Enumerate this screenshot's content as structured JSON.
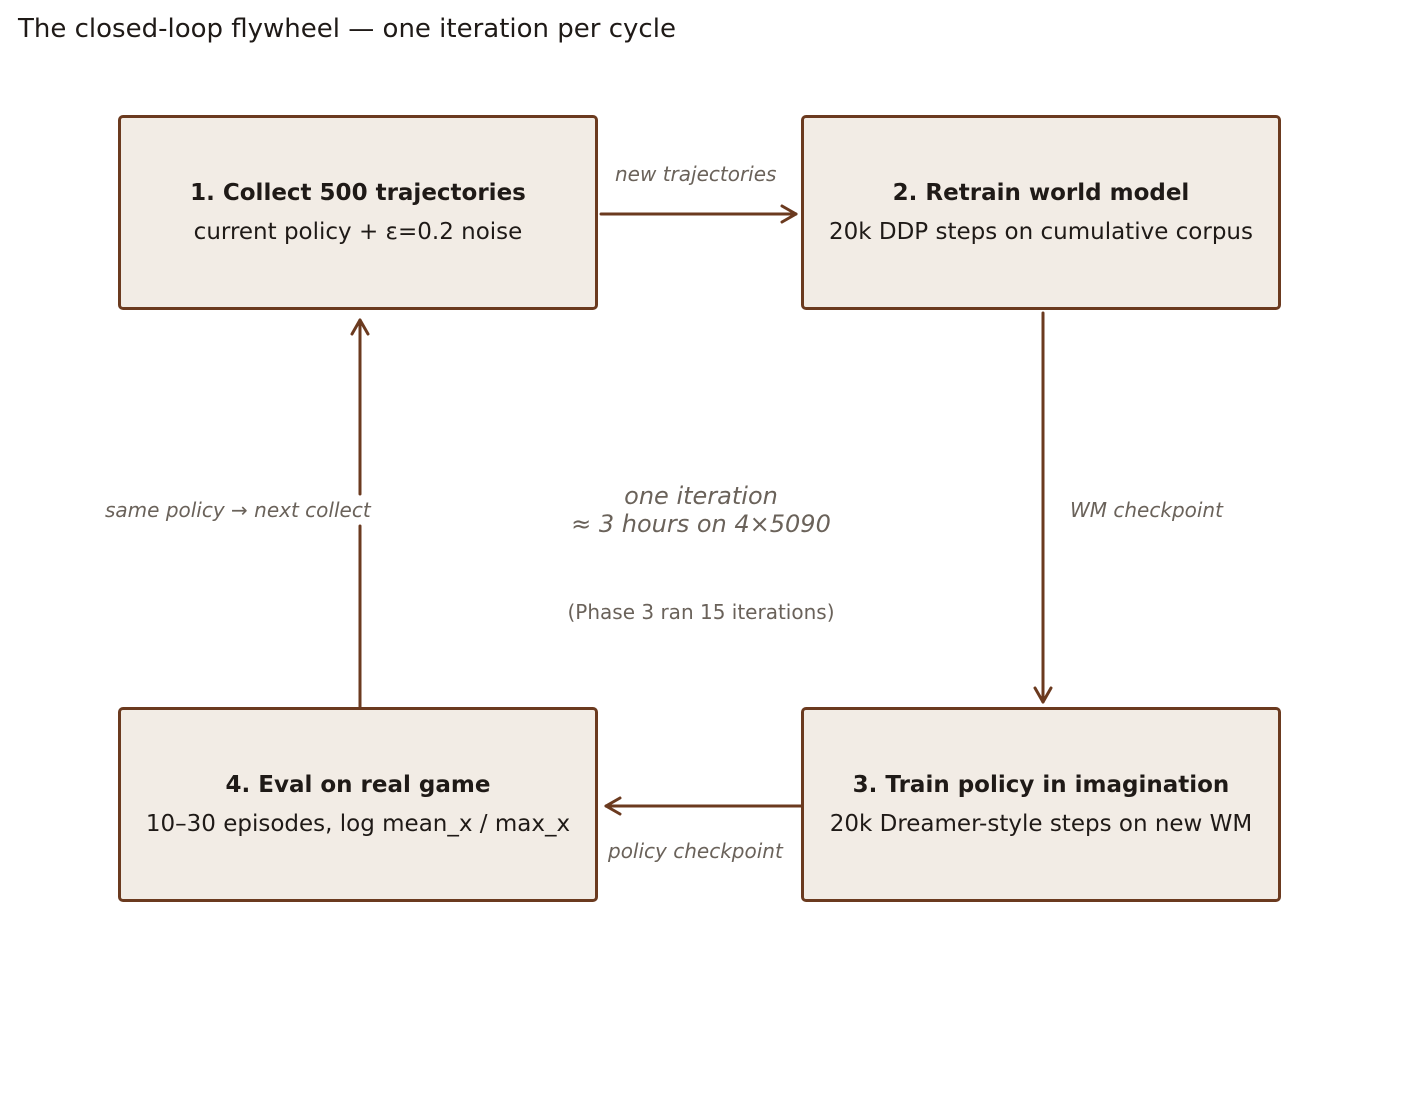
{
  "title": "The closed-loop flywheel — one iteration per cycle",
  "boxes": [
    {
      "title": "1.  Collect 500 trajectories",
      "subtitle": "current policy + ε=0.2 noise"
    },
    {
      "title": "2.  Retrain world model",
      "subtitle": "20k DDP steps on cumulative corpus"
    },
    {
      "title": "3.  Train policy in imagination",
      "subtitle": "20k Dreamer-style steps on new WM"
    },
    {
      "title": "4.  Eval on real game",
      "subtitle": "10–30 episodes, log mean_x / max_x"
    }
  ],
  "edges": [
    {
      "from": 1,
      "to": 2,
      "label": "new trajectories"
    },
    {
      "from": 2,
      "to": 3,
      "label": "WM checkpoint"
    },
    {
      "from": 3,
      "to": 4,
      "label": "policy checkpoint"
    },
    {
      "from": 4,
      "to": 1,
      "label": "same policy → next collect"
    }
  ],
  "center": {
    "line1": "one iteration",
    "line2": "≈ 3 hours on 4×5090",
    "note": "(Phase 3 ran 15 iterations)"
  },
  "colors": {
    "border": "#6b3a1f",
    "fill": "#f2ece5",
    "label": "#6a625a"
  }
}
